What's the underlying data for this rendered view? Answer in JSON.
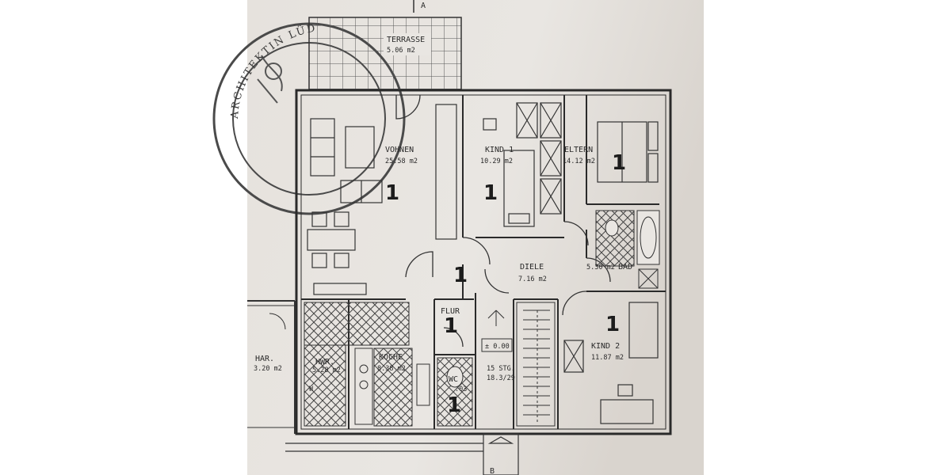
{
  "rooms": {
    "terrasse": {
      "name": "TERRASSE",
      "area": "5.06 m2"
    },
    "wohnen": {
      "name": "VOHNEN",
      "area": "25.58 m2"
    },
    "kind1": {
      "name": "KIND 1",
      "area": "10.29 m2"
    },
    "eltern": {
      "name": "ELTERN",
      "area": "14.12 m2"
    },
    "diele": {
      "name": "DIELE",
      "area": "7.16 m2"
    },
    "bad": {
      "name": "BAD",
      "area": "5.30 m2"
    },
    "flur": {
      "name": "FLUR"
    },
    "hwr": {
      "name": "HWR.",
      "area": "5.28 m2"
    },
    "kueche": {
      "name": "KOCHE",
      "area": "8.38 m2"
    },
    "wc": {
      "name": "WC",
      "area": ".03"
    },
    "kind2": {
      "name": "KIND 2",
      "area": "11.87 m2"
    },
    "har": {
      "name": "HAR.",
      "area": "3.20 m2"
    }
  },
  "stairs": {
    "label": "15 STG.",
    "ratio": "18.3/29",
    "level": "± 0.00"
  },
  "markers": {
    "north": "A",
    "south": "B",
    "w": "W"
  },
  "stamp": {
    "text": "ARCHITEKTIN LÜDENSCHEID"
  },
  "handwritten": {
    "marks": [
      "1",
      "1",
      "1",
      "1",
      "1",
      "1",
      "1"
    ]
  },
  "colors": {
    "paper": "#e9e6e2",
    "ink": "#2a2a2a",
    "shadow": "#cfcac3"
  }
}
